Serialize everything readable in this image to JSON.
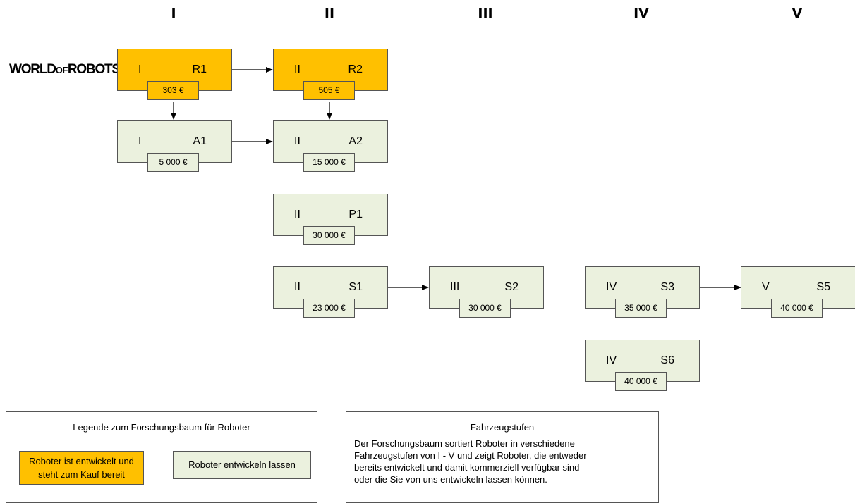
{
  "columns": [
    "I",
    "II",
    "III",
    "IV",
    "V"
  ],
  "logo": {
    "world": "WORLD",
    "of": "OF",
    "robots": "ROBOTS"
  },
  "nodes": {
    "R1": {
      "level": "I",
      "code": "R1",
      "price": "303 €",
      "developed": true
    },
    "R2": {
      "level": "II",
      "code": "R2",
      "price": "505 €",
      "developed": true
    },
    "A1": {
      "level": "I",
      "code": "A1",
      "price": "5 000 €",
      "developed": false
    },
    "A2": {
      "level": "II",
      "code": "A2",
      "price": "15 000 €",
      "developed": false
    },
    "P1": {
      "level": "II",
      "code": "P1",
      "price": "30 000 €",
      "developed": false
    },
    "S1": {
      "level": "II",
      "code": "S1",
      "price": "23 000 €",
      "developed": false
    },
    "S2": {
      "level": "III",
      "code": "S2",
      "price": "30 000 €",
      "developed": false
    },
    "S3": {
      "level": "IV",
      "code": "S3",
      "price": "35 000 €",
      "developed": false
    },
    "S5": {
      "level": "V",
      "code": "S5",
      "price": "40 000 €",
      "developed": false
    },
    "S6": {
      "level": "IV",
      "code": "S6",
      "price": "40 000 €",
      "developed": false
    }
  },
  "edges": [
    [
      "R1",
      "R2"
    ],
    [
      "R1",
      "A1"
    ],
    [
      "R2",
      "A2"
    ],
    [
      "A1",
      "A2"
    ],
    [
      "S1",
      "S2"
    ],
    [
      "S3",
      "S5"
    ]
  ],
  "colors": {
    "developed": "#ffc000",
    "to_develop": "#ebf1de",
    "border": "#555555"
  },
  "legend": {
    "title": "Legende zum Forschungsbaum für Roboter",
    "developed_line1": "Roboter ist entwickelt und",
    "developed_line2": "steht zum Kauf bereit",
    "to_develop": "Roboter entwickeln lassen"
  },
  "info": {
    "title": "Fahrzeugstufen",
    "line1": "Der Forschungsbaum sortiert Roboter in verschiedene",
    "line2": "Fahrzeugstufen von I - V und zeigt Roboter, die entweder",
    "line3": "bereits entwickelt und damit kommerziell verfügbar sind",
    "line4": "oder die Sie von uns entwickeln lassen können."
  }
}
